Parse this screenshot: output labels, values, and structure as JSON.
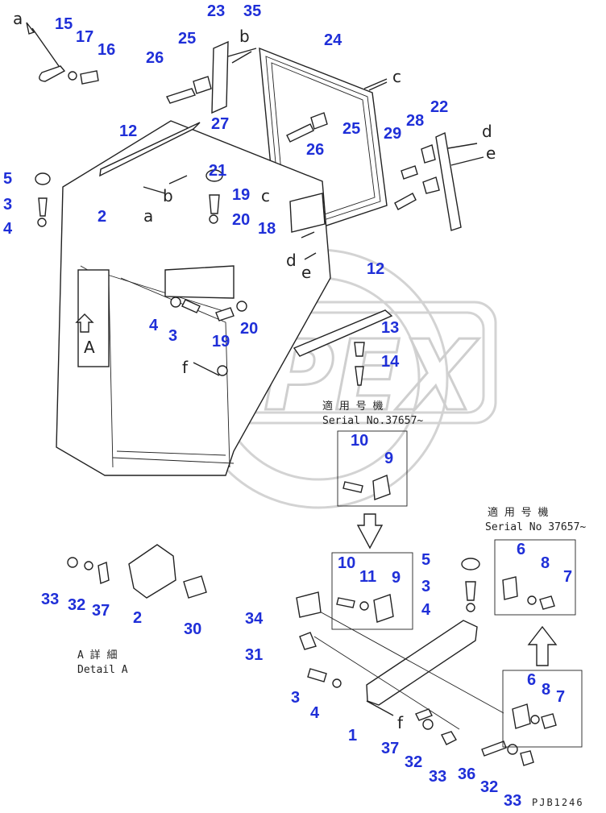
{
  "watermark": "OPEX",
  "drawing_code": "PJB1246",
  "detail_caption": {
    "ja": "A 詳 細",
    "en": "Detail A"
  },
  "serial_notes": [
    {
      "ja": "適 用 号 機",
      "en": "Serial No.37657~"
    },
    {
      "ja": "適 用 号 機",
      "en": "Serial No 37657~"
    }
  ],
  "view_marker": "A",
  "part_labels": [
    "15",
    "17",
    "16",
    "23",
    "35",
    "25",
    "26",
    "24",
    "27",
    "25",
    "26",
    "29",
    "28",
    "22",
    "12",
    "21",
    "19",
    "20",
    "5",
    "3",
    "4",
    "2",
    "18",
    "4",
    "3",
    "19",
    "20",
    "12",
    "13",
    "14",
    "10",
    "9",
    "10",
    "11",
    "9",
    "5",
    "3",
    "4",
    "34",
    "31",
    "3",
    "4",
    "1",
    "37",
    "32",
    "33",
    "36",
    "32",
    "33",
    "6",
    "8",
    "7",
    "6",
    "8",
    "7",
    "33",
    "32",
    "37",
    "2",
    "30"
  ],
  "ref_letters": [
    "a",
    "b",
    "c",
    "d",
    "e",
    "a",
    "b",
    "c",
    "d",
    "e",
    "f",
    "f"
  ]
}
